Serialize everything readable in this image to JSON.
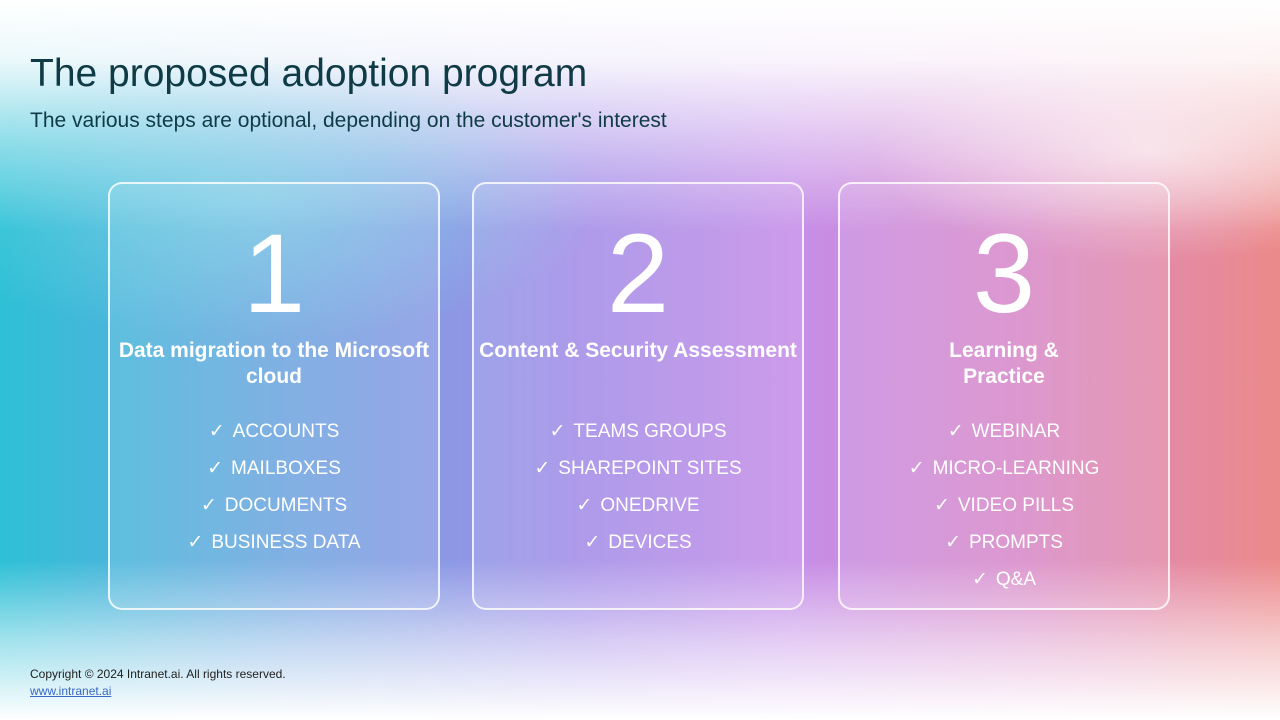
{
  "title": "The proposed adoption program",
  "subtitle": "The various steps are optional, depending on the customer's interest",
  "cards": [
    {
      "number": "1",
      "title": "Data migration to the Microsoft cloud",
      "items": [
        "ACCOUNTS",
        "MAILBOXES",
        "DOCUMENTS",
        "BUSINESS DATA"
      ]
    },
    {
      "number": "2",
      "title": "Content & Security Assessment",
      "items": [
        "TEAMS GROUPS",
        "SHAREPOINT SITES",
        "ONEDRIVE",
        "DEVICES"
      ]
    },
    {
      "number": "3",
      "title": "Learning & Practice",
      "items": [
        "WEBINAR",
        "MICRO-LEARNING",
        "VIDEO PILLS",
        "PROMPTS",
        "Q&A"
      ]
    }
  ],
  "check_icon": "✓",
  "footer": {
    "copyright": "Copyright © 2024 Intranet.ai. All rights reserved.",
    "link": "www.intranet.ai"
  }
}
